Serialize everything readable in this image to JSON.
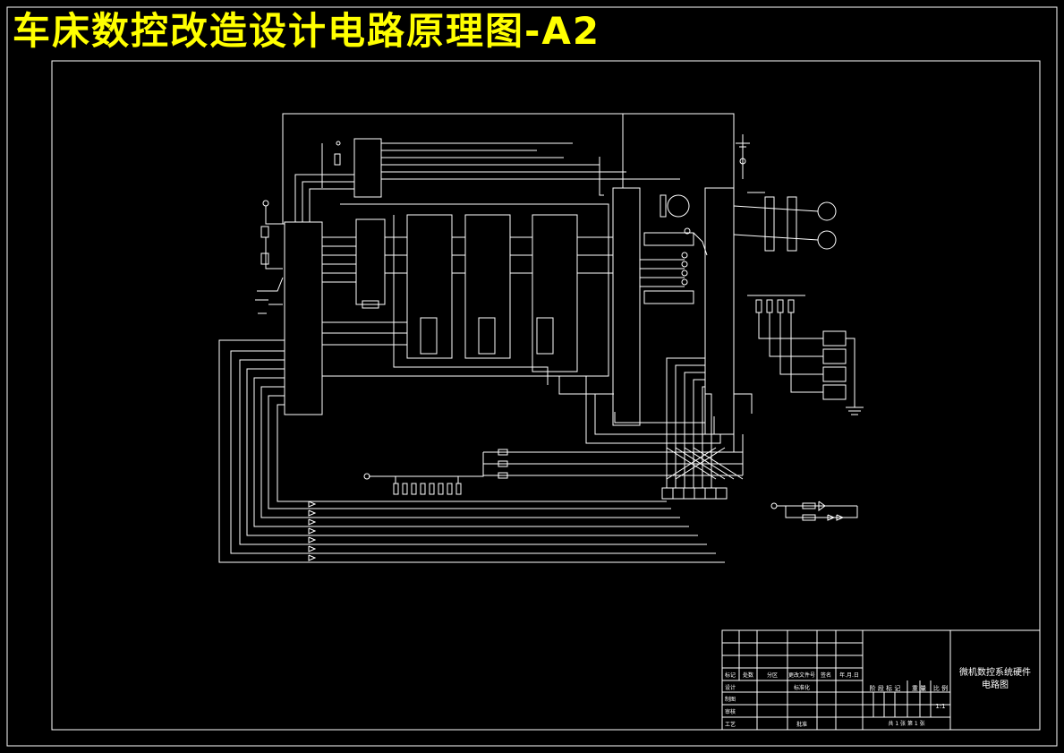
{
  "title": "车床数控改造设计电路原理图-A2",
  "title_block": {
    "drawing_name_line1": "微机数控系统硬件",
    "drawing_name_line2": "电路图",
    "header_cells": [
      "标记",
      "处数",
      "分区",
      "更改文件号",
      "签名",
      "年.月.日"
    ],
    "rows": [
      "设计",
      "制图",
      "审核",
      "工艺"
    ],
    "design_col2": "标准化",
    "approve": "批准",
    "stage_header": [
      "阶 段 标 记",
      "重 量",
      "比 例"
    ],
    "scale": "1:1",
    "sheets": "共 1 张   第 1 张"
  },
  "colors": {
    "background": "#000000",
    "lines": "#ffffff",
    "title": "#ffff00"
  }
}
